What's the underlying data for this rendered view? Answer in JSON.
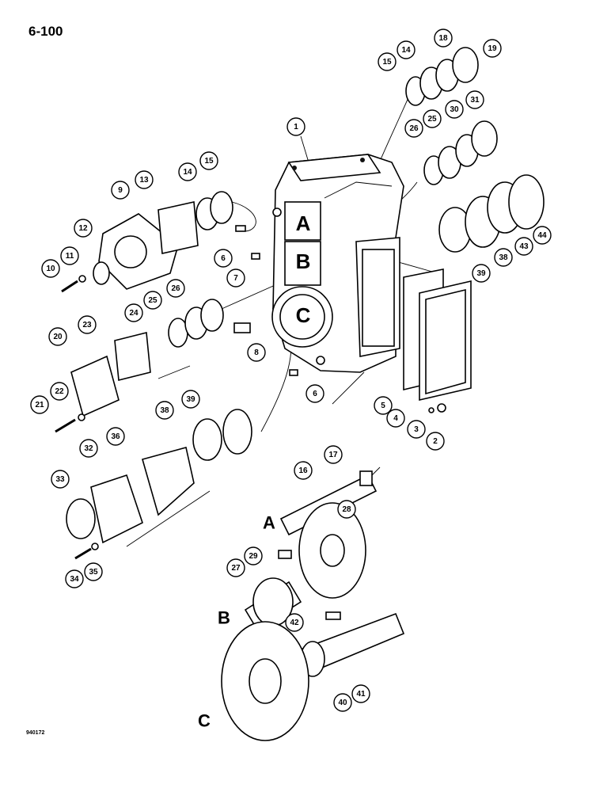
{
  "page": {
    "number": "6-100",
    "figure_code": "940172"
  },
  "port_letters": [
    "A",
    "B",
    "C"
  ],
  "shaft_letters": {
    "a": "A",
    "b": "B",
    "c": "C"
  },
  "callouts": {
    "c1": "1",
    "c2": "2",
    "c3": "3",
    "c4": "4",
    "c5": "5",
    "c6a": "6",
    "c6b": "6",
    "c7": "7",
    "c8": "8",
    "c9": "9",
    "c10": "10",
    "c11": "11",
    "c12": "12",
    "c13": "13",
    "c14a": "14",
    "c14b": "14",
    "c15a": "15",
    "c15b": "15",
    "c16": "16",
    "c17": "17",
    "c18": "18",
    "c19": "19",
    "c20": "20",
    "c21": "21",
    "c22": "22",
    "c23": "23",
    "c24": "24",
    "c25a": "25",
    "c25b": "25",
    "c26a": "26",
    "c26b": "26",
    "c27": "27",
    "c28": "28",
    "c29": "29",
    "c30": "30",
    "c31": "31",
    "c32": "32",
    "c33": "33",
    "c34": "34",
    "c35": "35",
    "c36": "36",
    "c38a": "38",
    "c38b": "38",
    "c39a": "39",
    "c39b": "39",
    "c40": "40",
    "c41": "41",
    "c42": "42",
    "c43": "43",
    "c44": "44"
  }
}
